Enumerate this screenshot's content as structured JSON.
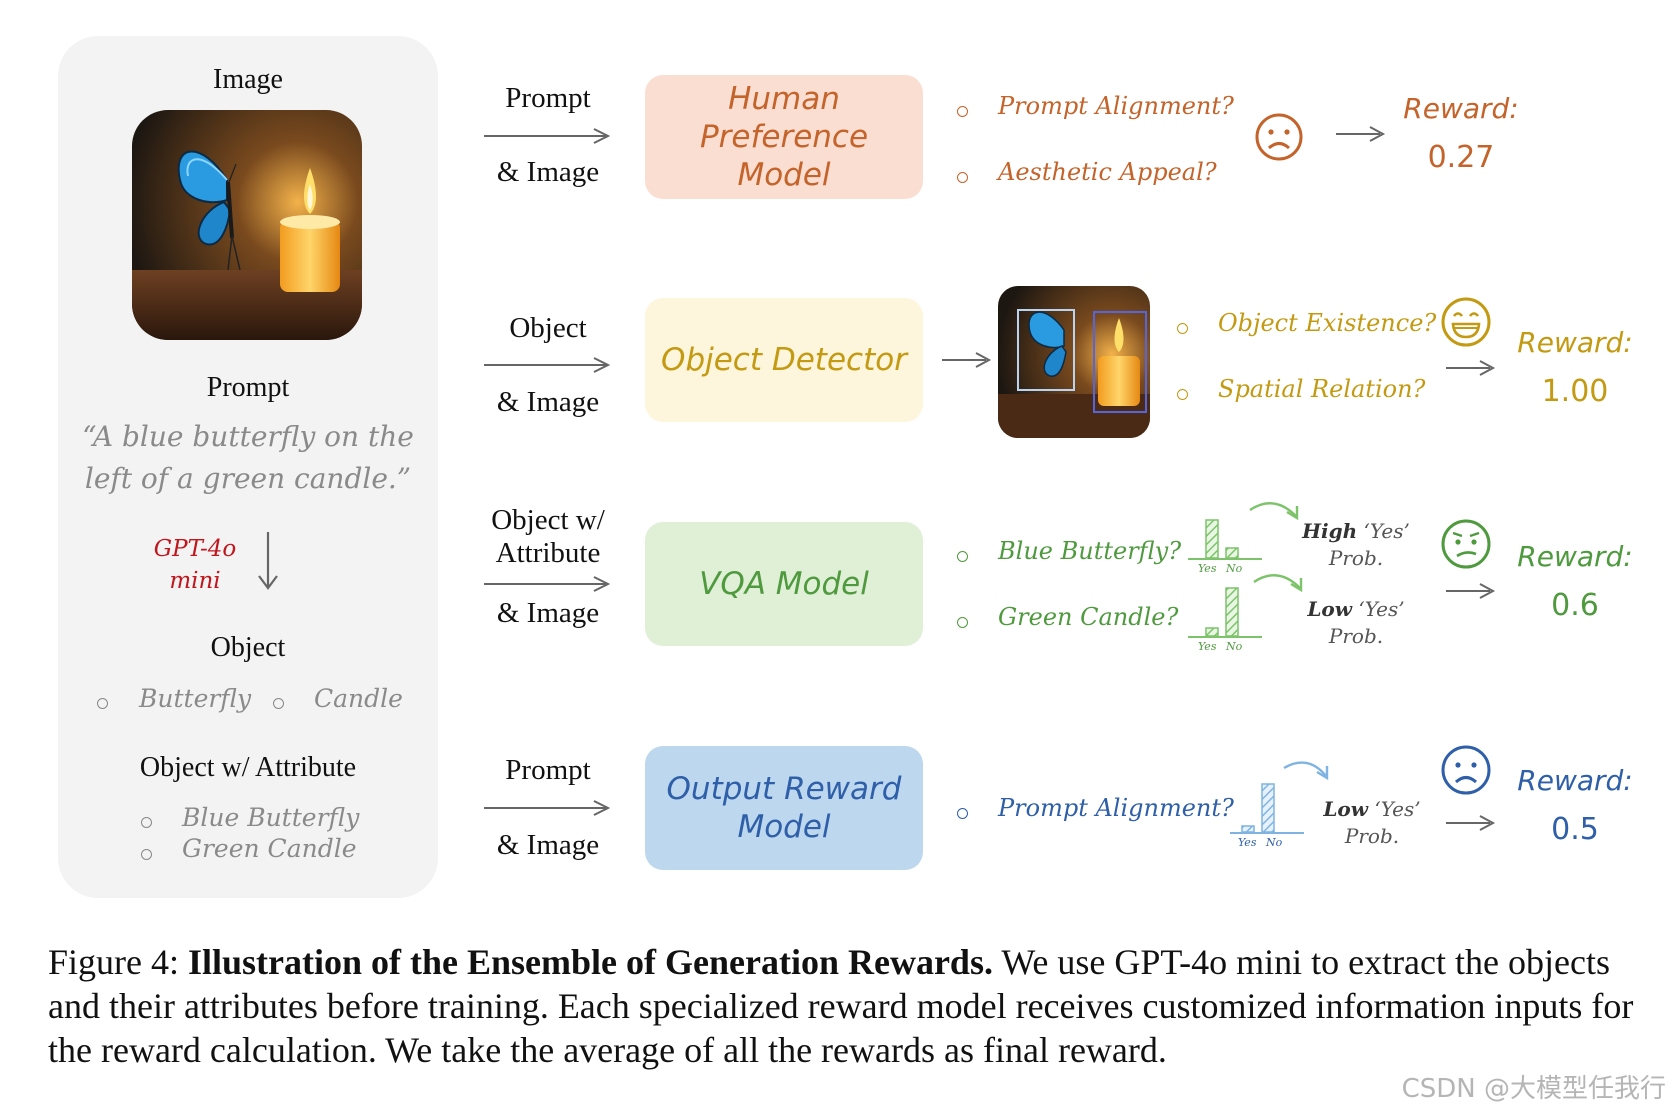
{
  "left_panel": {
    "image_heading": "Image",
    "prompt_heading": "Prompt",
    "prompt_text_line1": "“A blue butterfly on the",
    "prompt_text_line2": "left of a green candle.”",
    "extractor_line1": "GPT-4o",
    "extractor_line2": "mini",
    "object_heading": "Object",
    "objects": [
      "Butterfly",
      "Candle"
    ],
    "attribute_heading": "Object w/ Attribute",
    "attributes": [
      "Blue Butterfly",
      "Green Candle"
    ]
  },
  "rows": [
    {
      "input_line1": "Prompt",
      "input_line2": "& Image",
      "model_line1": "Human",
      "model_line2": "Preference",
      "model_line3": "Model",
      "questions": [
        "Prompt Alignment?",
        "Aesthetic Appeal?"
      ],
      "reward_label": "Reward:",
      "reward_value": "0.27",
      "face": "sad-face-icon",
      "color": "#c4632a",
      "box_color": "#fbded2"
    },
    {
      "input_line1": "Object",
      "input_line2": "& Image",
      "model_line1": "Object Detector",
      "questions": [
        "Object Existence?",
        "Spatial Relation?"
      ],
      "reward_label": "Reward:",
      "reward_value": "1.00",
      "face": "grin-face-icon",
      "color": "#c39a12",
      "box_color": "#fdf5dc"
    },
    {
      "input_line1": "Object w/",
      "input_line1b": "Attribute",
      "input_line2": "& Image",
      "model_line1": "VQA Model",
      "questions": [
        "Blue Butterfly?",
        "Green Candle?"
      ],
      "prob_1_strong": "High",
      "prob_1_rest": "‘Yes’",
      "prob_1_line2": "Prob.",
      "prob_2_strong": "Low",
      "prob_2_rest": "‘Yes’",
      "prob_2_line2": "Prob.",
      "bar_yes": "Yes",
      "bar_no": "No",
      "reward_label": "Reward:",
      "reward_value": "0.6",
      "face": "confused-face-icon",
      "color": "#4f9a3e",
      "box_color": "#e0f0d7"
    },
    {
      "input_line1": "Prompt",
      "input_line2": "& Image",
      "model_line1": "Output Reward",
      "model_line2": "Model",
      "questions": [
        "Prompt Alignment?"
      ],
      "prob_1_strong": "Low",
      "prob_1_rest": "‘Yes’",
      "prob_1_line2": "Prob.",
      "bar_yes": "Yes",
      "bar_no": "No",
      "reward_label": "Reward:",
      "reward_value": "0.5",
      "face": "sad-face-icon",
      "color": "#2e5fa8",
      "box_color": "#bdd8ee"
    }
  ],
  "caption": {
    "label": "Figure 4:",
    "bold_title": "Illustration of the Ensemble of Generation Rewards.",
    "body": "We use GPT-4o mini to extract the objects and their attributes before training. Each specialized reward model receives customized information inputs for the reward calculation. We take the average of all the rewards as final reward."
  },
  "watermark": "CSDN @大模型任我行"
}
